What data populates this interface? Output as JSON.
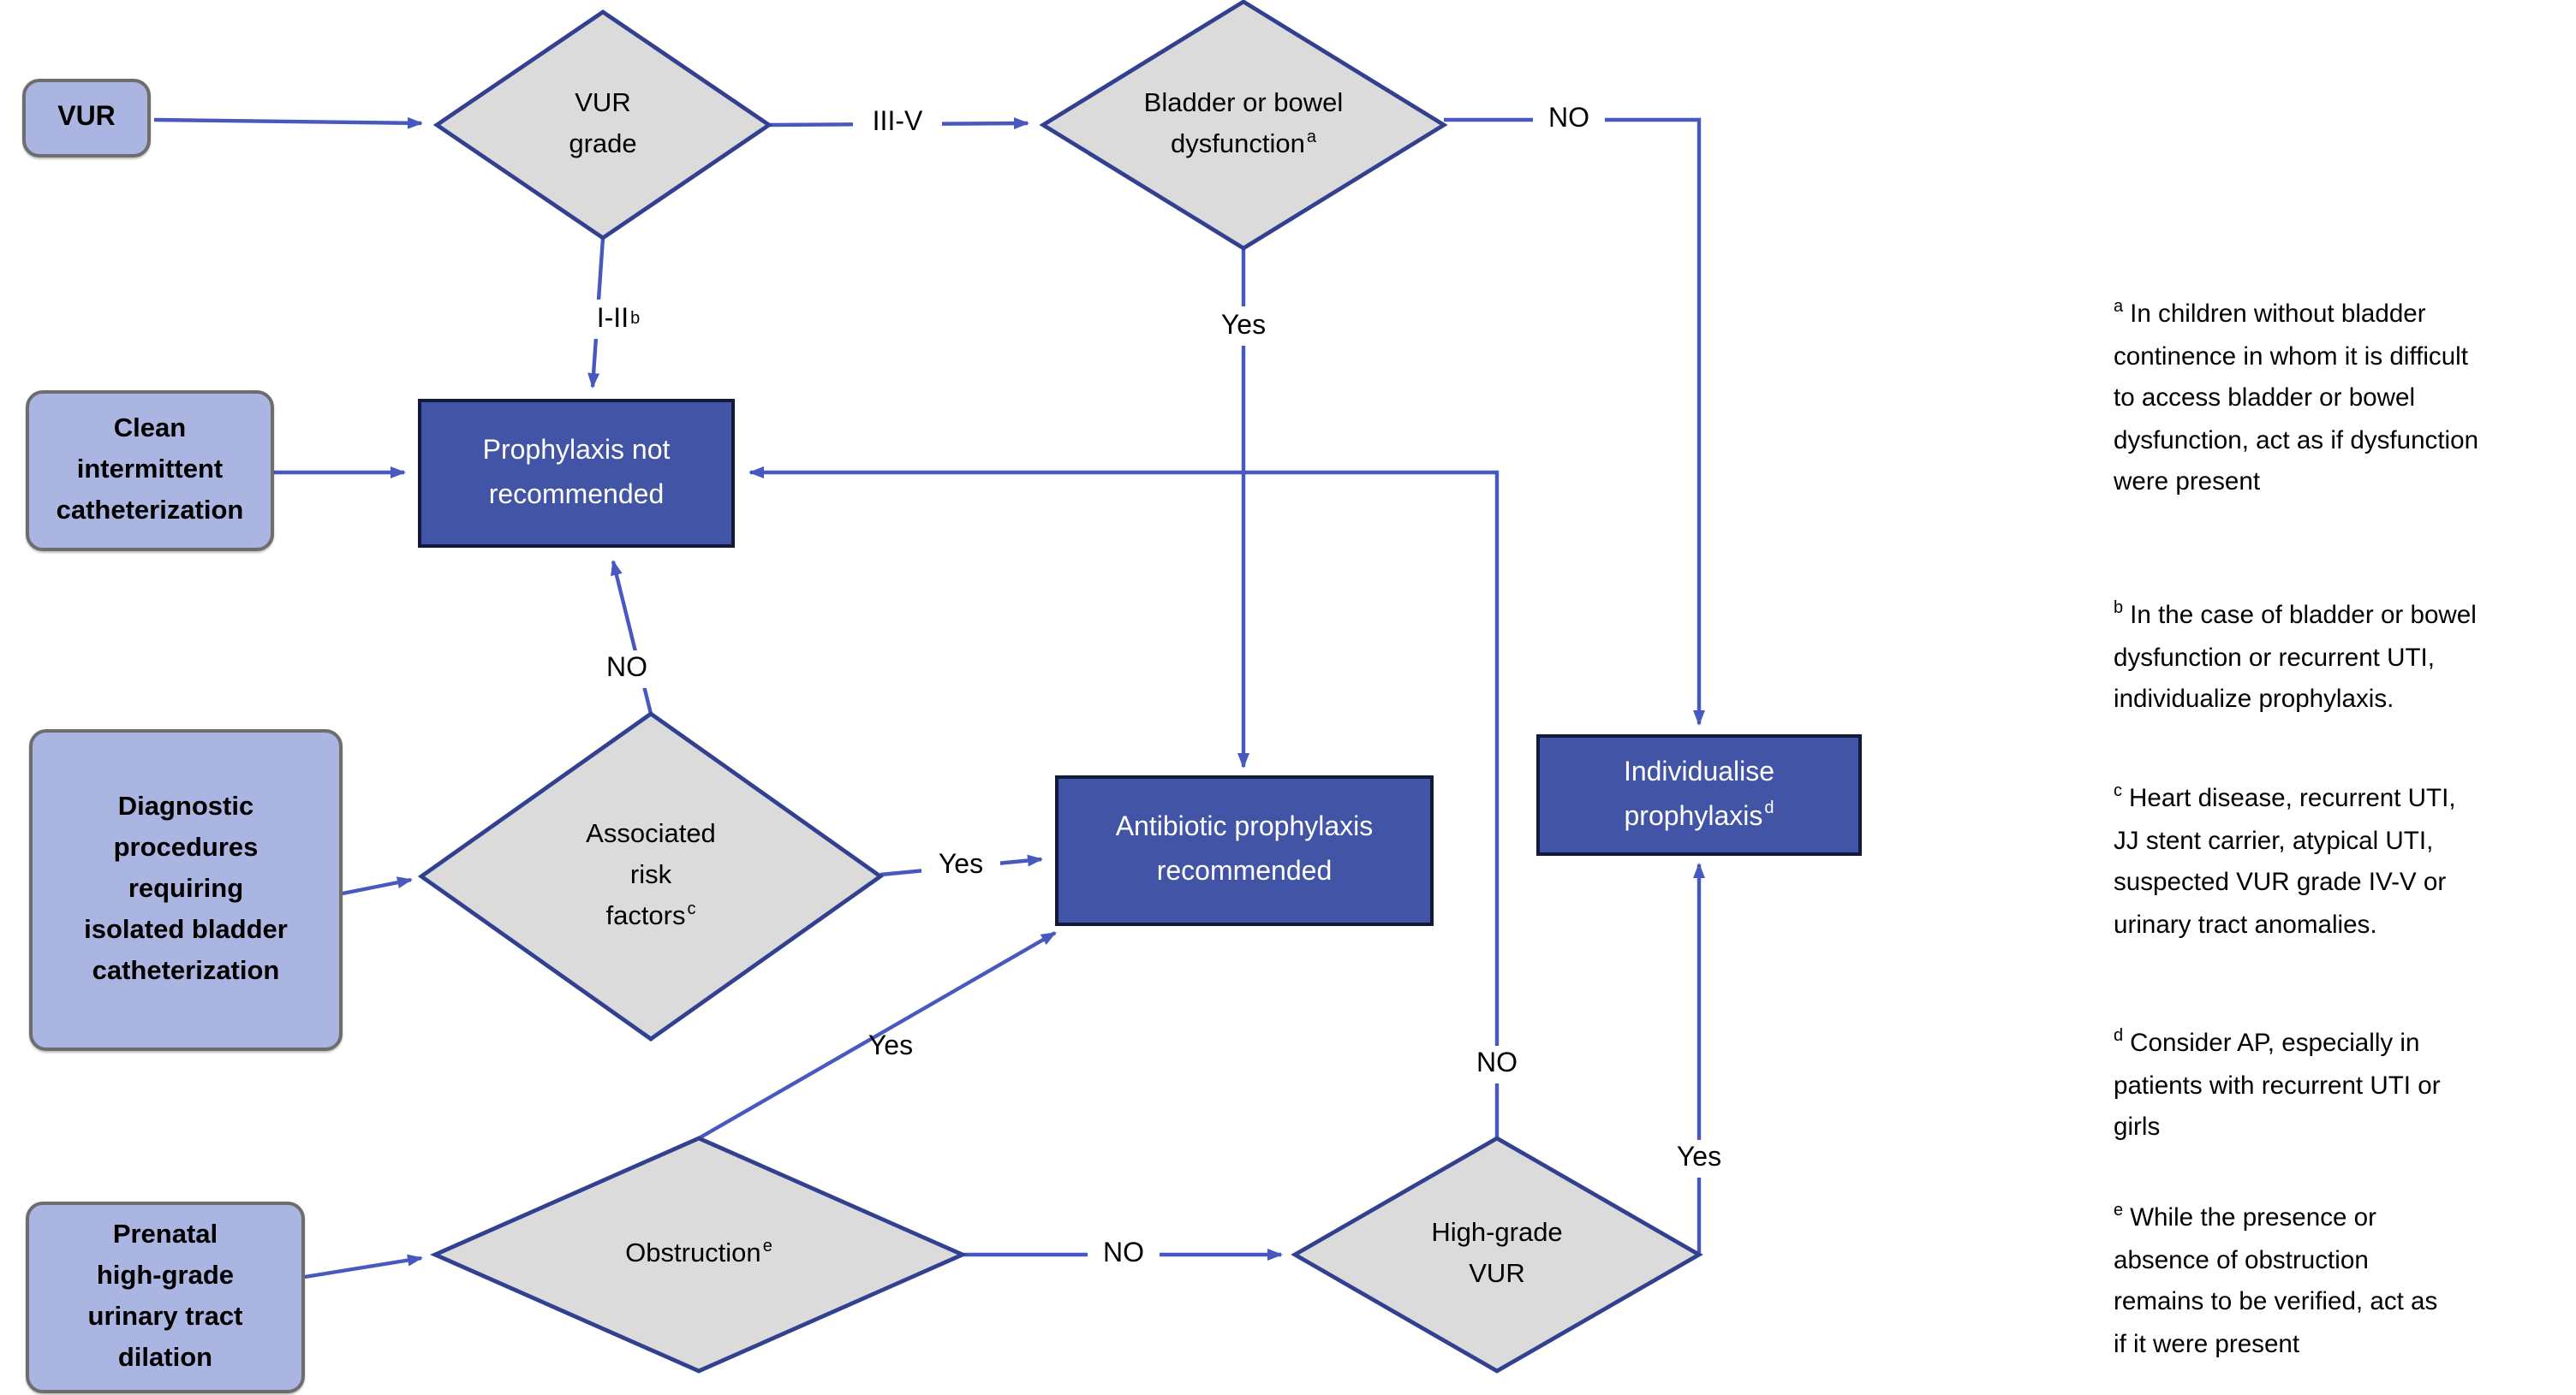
{
  "palette": {
    "input_box_fill": "#abb5e1",
    "input_box_border": "#6d6d6d",
    "decision_fill": "#dbdbdb",
    "decision_border": "#32418f",
    "result_box_fill": "#4254a6",
    "result_box_border": "#131a38",
    "arrow_color": "#4759bf",
    "text_color": "#000000",
    "result_text_color": "#ffffff"
  },
  "nodes": {
    "vur": {
      "label": "VUR"
    },
    "vur_grade": {
      "lines": [
        "VUR",
        "grade"
      ]
    },
    "bladder_bowel": {
      "lines": [
        "Bladder or bowel",
        "dysfunction"
      ],
      "sup": "a"
    },
    "clean_cath": {
      "lines": [
        "Clean",
        "intermittent",
        "catheterization"
      ]
    },
    "prophylaxis_not": {
      "lines": [
        "Prophylaxis not",
        "recommended"
      ]
    },
    "diagnostic": {
      "lines": [
        "Diagnostic",
        "procedures",
        "requiring",
        "isolated bladder",
        "catheterization"
      ]
    },
    "associated_risk": {
      "lines": [
        "Associated",
        "risk",
        "factors"
      ],
      "sup": "c"
    },
    "antibiotic": {
      "lines": [
        "Antibiotic prophylaxis",
        "recommended"
      ]
    },
    "individualise": {
      "lines": [
        "Individualise",
        "prophylaxis"
      ],
      "sup": "d"
    },
    "prenatal": {
      "lines": [
        "Prenatal",
        "high-grade",
        "urinary tract",
        "dilation"
      ]
    },
    "obstruction": {
      "label": "Obstruction",
      "sup": "e"
    },
    "high_grade": {
      "lines": [
        "High-grade",
        "VUR"
      ]
    }
  },
  "edge_labels": {
    "grade_iii_v": "III-V",
    "grade_i_ii": "I-II",
    "grade_i_ii_sup": "b",
    "bladder_no": "NO",
    "bladder_yes": "Yes",
    "risk_no": "NO",
    "risk_yes": "Yes",
    "obstruction_yes": "Yes",
    "obstruction_no": "NO",
    "highgrade_no": "NO",
    "highgrade_yes": "Yes"
  },
  "footnotes": [
    {
      "sup": "a",
      "lines": [
        "In children without bladder",
        "continence in whom it is difficult",
        "to access bladder or bowel",
        "dysfunction, act as if dysfunction",
        "were present"
      ]
    },
    {
      "sup": "b",
      "lines": [
        "In the case of bladder or bowel",
        "dysfunction or recurrent UTI,",
        "individualize prophylaxis."
      ]
    },
    {
      "sup": "c",
      "lines": [
        "Heart disease, recurrent UTI,",
        "JJ stent carrier, atypical UTI,",
        "suspected VUR grade IV-V or",
        "urinary tract anomalies."
      ]
    },
    {
      "sup": "d",
      "lines": [
        "Consider AP, especially in",
        "patients with recurrent UTI or",
        "girls"
      ]
    },
    {
      "sup": "e",
      "lines": [
        "While the presence or",
        "absence of obstruction",
        "remains to be verified, act as",
        "if it were present"
      ]
    }
  ]
}
